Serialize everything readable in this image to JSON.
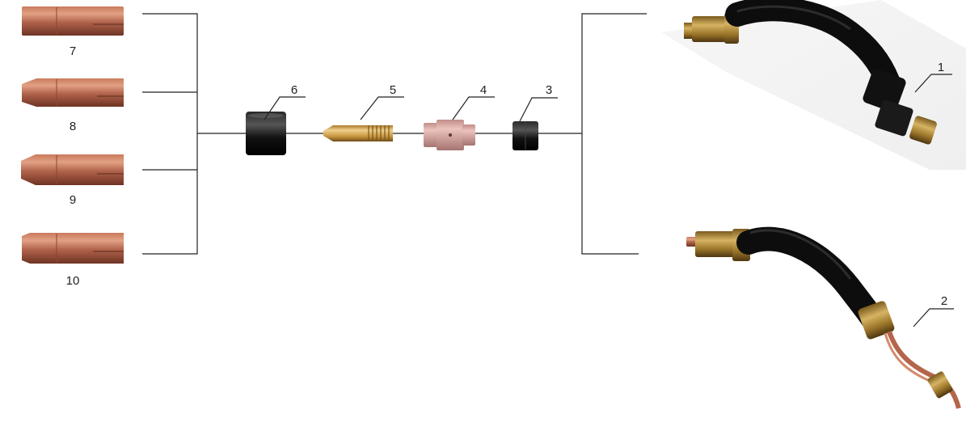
{
  "parts": {
    "p1": "1",
    "p2": "2",
    "p3": "3",
    "p4": "4",
    "p5": "5",
    "p6": "6",
    "p7": "7",
    "p8": "8",
    "p9": "9",
    "p10": "10"
  },
  "colors": {
    "copper_light": "#d9896a",
    "copper_mid": "#b4614a",
    "copper_dark": "#7d3a28",
    "brass_light": "#e8c079",
    "brass_dark": "#8a6322",
    "rubber": "#111111",
    "ceramic": "#d8a6a0",
    "line": "#222222"
  },
  "icons": {
    "nozzle": "conical-nozzle-icon",
    "insulator": "black-insulator-icon",
    "tip": "contact-tip-icon",
    "diffuser": "gas-diffuser-icon",
    "ring": "insulating-ring-icon",
    "neck": "gooseneck-icon"
  }
}
